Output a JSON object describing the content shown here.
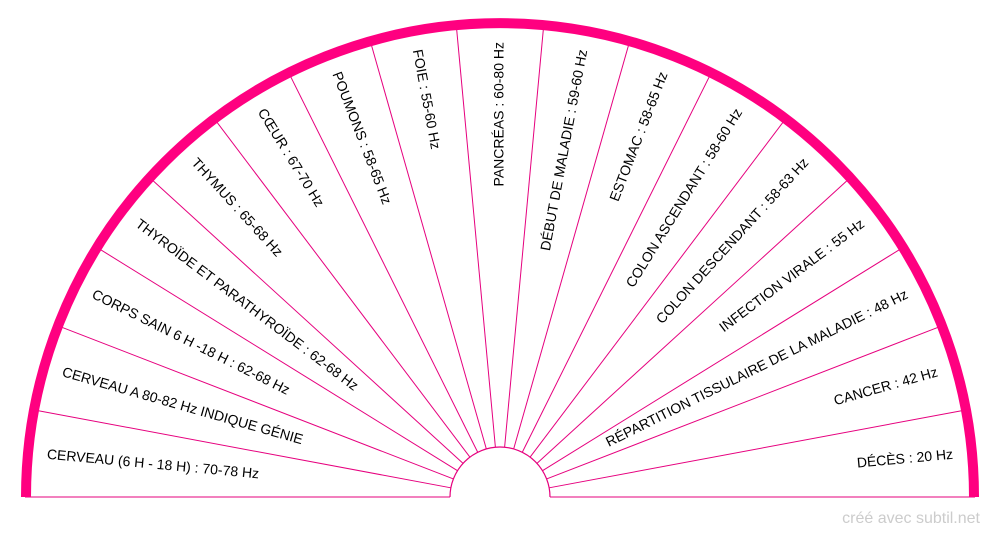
{
  "chart_data": {
    "type": "pendulum-chart",
    "segments": [
      "CERVEAU (6 H - 18 H) : 70-78 Hz",
      "CERVEAU A 80-82 Hz INDIQUE GÉNIE",
      "CORPS SAIN 6 H -18 H : 62-68 Hz",
      "THYROÏDE ET PARATHYROÏDE : 62-68 Hz",
      "THYMUS : 65-68 Hz",
      "CŒUR : 67-70 Hz",
      "POUMONS : 58-65 Hz",
      "FOIE : 55-60 Hz",
      "PANCRÉAS : 60-80 Hz",
      "DÉBUT DE MALADIE : 59-60 Hz",
      "ESTOMAC : 58-65 Hz",
      "COLON ASCENDANT : 58-60 Hz",
      "COLON DESCENDANT : 58-63 Hz",
      "INFECTION VIRALE : 55 Hz",
      "RÉPARTITION TISSULAIRE DE LA MALADIE :  48 Hz",
      "CANCER : 42 Hz",
      "DÉCÈS : 20 Hz"
    ],
    "colors": {
      "rim": "#ff0080",
      "divider": "#e6007e",
      "label": "#000000"
    }
  },
  "footer": {
    "credit": "créé avec subtil.net"
  }
}
